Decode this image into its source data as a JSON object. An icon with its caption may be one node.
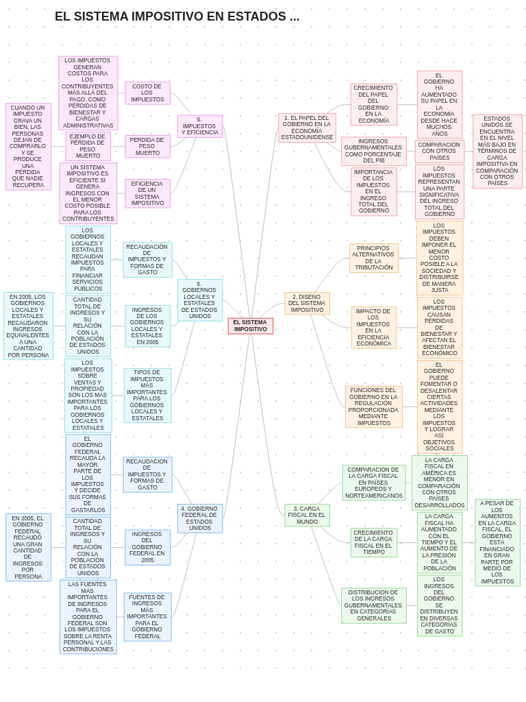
{
  "diagram": {
    "title": "EL SISTEMA IMPOSITIVO EN ESTADOS ...",
    "nodes": [
      {
        "text": [
          "EL SISTEMA IMPOSITIVO"
        ]
      },
      {
        "text": [
          "1. EL PAPEL DEL GOBIERNO EN LA ECONOMÍA ESTADOUNIDENSE"
        ]
      },
      {
        "text": [
          "CRECIMIENTO DEL PAPEL DEL GOBIERNO EN LA ECONOMÍA"
        ]
      },
      {
        "text": [
          "EL GOBIERNO HA AUMENTADO SU PAPEL EN LA ECONOMÍA DESDE HACE MUCHOS AÑOS"
        ]
      },
      {
        "text": [
          "INGRESOS GUBERNAMENTALES COMO PORCENTAJE DEL PIB"
        ]
      },
      {
        "text": [
          "COMPARACIÓN CON OTROS PAÍSES"
        ]
      },
      {
        "text": [
          "ESTADOS UNIDOS SE ENCUENTRA EN EL NIVEL MÁS BAJO EN TÉRMINOS DE CARGA IMPOSITIVA EN COMPARACIÓN CON OTROS PAÍSES"
        ]
      },
      {
        "text": [
          "IMPORTANCIA DE LOS IMPUESTOS EN EL INGRESO TOTAL DEL GOBIERNO"
        ]
      },
      {
        "text": [
          "LOS IMPUESTOS REPRESENTAN UNA PARTE SIGNIFICATIVA DEL INGRESO TOTAL DEL GOBIERNO"
        ]
      },
      {
        "text": [
          "2. DISEÑO DEL SISTEMA IMPOSITIVO"
        ]
      },
      {
        "text": [
          "PRINCIPIOS ALTERNATIVOS DE LA TRIBUTACIÓN"
        ]
      },
      {
        "text": [
          "LOS IMPUESTOS DEBEN IMPONER EL MENOR COSTO POSIBLE A LA SOCIEDAD Y DISTRIBUIRSE DE MANERA JUSTA"
        ]
      },
      {
        "text": [
          "IMPACTO DE LOS IMPUESTOS EN LA EFICIENCIA ECONÓMICA"
        ]
      },
      {
        "text": [
          "LOS IMPUESTOS CAUSAN PÉRDIDAS DE BIENESTAR Y AFECTAN EL BIENESTAR ECONÓMICO"
        ]
      },
      {
        "text": [
          "FUNCIONES DEL GOBIERNO EN LA REGULACIÓN PROPORCIONADA MEDIANTE IMPUESTOS"
        ]
      },
      {
        "text": [
          "EL GOBIERNO PUEDE FOMENTAR O DESALENTAR CIERTAS ACTIVIDADES MEDIANTE LOS IMPUESTOS Y LOGRAR ASÍ OBJETIVOS SOCIALES"
        ]
      },
      {
        "text": [
          "3. CARGA FISCAL EN EL MUNDO"
        ]
      },
      {
        "text": [
          "COMPARACIÓN DE LA CARGA FISCAL EN PAÍSES EUROPEOS Y NORTEAMERICANOS"
        ]
      },
      {
        "text": [
          "LA CARGA FISCAL EN AMÉRICA ES MENOR EN COMPARACIÓN CON OTROS PAÍSES DESARROLLADOS"
        ]
      },
      {
        "text": [
          "CRECIMIENTO DE LA CARGA FISCAL EN EL TIEMPO"
        ]
      },
      {
        "text": [
          "LA CARGA FISCAL HA AUMENTADO CON EL TIEMPO Y EL AUMENTO DE LA PRESIÓN DE LA POBLACIÓN"
        ]
      },
      {
        "text": [
          "A PESAR DE LOS AUMENTOS EN LA CARGA FISCAL, EL GOBIERNO ESTÁ FINANCIADO EN GRAN PARTE POR MEDIO DE LOS IMPUESTOS"
        ]
      },
      {
        "text": [
          "DISTRIBUCIÓN DE LOS INGRESOS GUBERNAMENTALES EN CATEGORÍAS GENERALES"
        ]
      },
      {
        "text": [
          "LOS INGRESOS DEL GOBIERNO SE DISTRIBUYEN EN DIVERSAS CATEGORÍAS DE GASTO"
        ]
      },
      {
        "text": [
          "4. GOBIERNO FEDERAL DE ESTADOS UNIDOS"
        ]
      },
      {
        "text": [
          "RECAUDACIÓN DE IMPUESTOS Y FORMAS DE GASTO"
        ]
      },
      {
        "text": [
          "EL GOBIERNO FEDERAL RECAUDA LA MAYOR PARTE DE LOS IMPUESTOS Y DECIDE SUS FORMAS DE GASTARLOS"
        ]
      },
      {
        "text": [
          "INGRESOS DEL GOBIERNO FEDERAL EN 2005"
        ]
      },
      {
        "text": [
          "CANTIDAD TOTAL DE INGRESOS Y SU RELACIÓN CON LA POBLACIÓN DE ESTADOS UNIDOS"
        ]
      },
      {
        "text": [
          "EN 2005, EL GOBIERNO FEDERAL RECAUDÓ UNA GRAN CANTIDAD DE INGRESOS POR PERSONA"
        ]
      },
      {
        "text": [
          "FUENTES DE INGRESOS MÁS IMPORTANTES PARA EL GOBIERNO FEDERAL"
        ]
      },
      {
        "text": [
          "LAS FUENTES MÁS IMPORTANTES DE INGRESOS PARA EL GOBIERNO FEDERAL SON LOS IMPUESTOS SOBRE LA RENTA PERSONAL Y LAS CONTRIBUCIONES"
        ]
      },
      {
        "text": [
          "5. GOBIERNOS LOCALES Y ESTATALES DE ESTADOS UNIDOS"
        ]
      },
      {
        "text": [
          "RECAUDACIÓN DE IMPUESTOS Y FORMAS DE GASTO"
        ]
      },
      {
        "text": [
          "LOS GOBIERNOS LOCALES Y ESTATALES RECAUDAN IMPUESTOS PARA FINANCIAR SERVICIOS PÚBLICOS"
        ]
      },
      {
        "text": [
          "INGRESOS DE LOS GOBIERNOS LOCALES Y ESTATALES EN 2005"
        ]
      },
      {
        "text": [
          "CANTIDAD TOTAL DE INGRESOS Y SU RELACIÓN CON LA POBLACIÓN DE ESTADOS UNIDOS"
        ]
      },
      {
        "text": [
          "EN 2005, LOS GOBIERNOS LOCALES Y ESTATALES RECAUDARON INGRESOS EQUIVALENTES A UNA CANTIDAD POR PERSONA"
        ]
      },
      {
        "text": [
          "TIPOS DE IMPUESTOS MÁS IMPORTANTES PARA LOS GOBIERNOS LOCALES Y ESTATALES"
        ]
      },
      {
        "text": [
          "LOS IMPUESTOS SOBRE VENTAS Y PROPIEDAD SON LOS MÁS IMPORTANTES PARA LOS GOBIERNOS LOCALES Y ESTATALES"
        ]
      },
      {
        "text": [
          "6. IMPUESTOS Y EFICIENCIA"
        ]
      },
      {
        "text": [
          "COSTO DE LOS IMPUESTOS"
        ]
      },
      {
        "text": [
          "LOS IMPUESTOS GENERAN COSTOS PARA LOS CONTRIBUYENTES MÁS ALLÁ DEL PAGO, COMO PÉRDIDAS DE BIENESTAR Y CARGAS ADMINISTRATIVAS"
        ]
      },
      {
        "text": [
          "PÉRDIDA DE PESO MUERTO"
        ]
      },
      {
        "text": [
          "EJEMPLO DE PÉRDIDA DE PESO MUERTO"
        ]
      },
      {
        "text": [
          "CUANDO UN IMPUESTO GRAVA UN BIEN, LAS PERSONAS DEJAN DE COMPRARLO Y SE PRODUCE UNA PÉRDIDA QUE NADIE RECUPERA"
        ]
      },
      {
        "text": [
          "EFICIENCIA DE UN SISTEMA IMPOSITIVO"
        ]
      },
      {
        "text": [
          "UN SISTEMA IMPOSITIVO ES EFICIENTE SI GENERA INGRESOS CON EL MENOR COSTO POSIBLE PARA LOS CONTRIBUYENTES"
        ]
      }
    ],
    "edges": [
      {
        "from": 0,
        "to": 1,
        "arrow": "none"
      },
      {
        "from": 1,
        "to": 2,
        "arrow": "none"
      },
      {
        "from": 2,
        "to": 3,
        "arrow": "none"
      },
      {
        "from": 1,
        "to": 4,
        "arrow": "none"
      },
      {
        "from": 4,
        "to": 5,
        "arrow": "none"
      },
      {
        "from": 5,
        "to": 6,
        "arrow": "none"
      },
      {
        "from": 1,
        "to": 7,
        "arrow": "none"
      },
      {
        "from": 7,
        "to": 8,
        "arrow": "none"
      },
      {
        "from": 0,
        "to": 9,
        "arrow": "none"
      },
      {
        "from": 9,
        "to": 10,
        "arrow": "none"
      },
      {
        "from": 10,
        "to": 11,
        "arrow": "none"
      },
      {
        "from": 9,
        "to": 12,
        "arrow": "none"
      },
      {
        "from": 12,
        "to": 13,
        "arrow": "none"
      },
      {
        "from": 9,
        "to": 14,
        "arrow": "none"
      },
      {
        "from": 14,
        "to": 15,
        "arrow": "none"
      },
      {
        "from": 0,
        "to": 16,
        "arrow": "none"
      },
      {
        "from": 16,
        "to": 17,
        "arrow": "none"
      },
      {
        "from": 17,
        "to": 18,
        "arrow": "none"
      },
      {
        "from": 16,
        "to": 19,
        "arrow": "none"
      },
      {
        "from": 19,
        "to": 20,
        "arrow": "none"
      },
      {
        "from": 20,
        "to": 21,
        "arrow": "none"
      },
      {
        "from": 16,
        "to": 22,
        "arrow": "none"
      },
      {
        "from": 22,
        "to": 23,
        "arrow": "none"
      },
      {
        "from": 40,
        "to": 0,
        "arrow": "none"
      },
      {
        "from": 41,
        "to": 40,
        "arrow": "none"
      },
      {
        "from": 42,
        "to": 41,
        "arrow": "none"
      },
      {
        "from": 43,
        "to": 40,
        "arrow": "none"
      },
      {
        "from": 44,
        "to": 43,
        "arrow": "none"
      },
      {
        "from": 45,
        "to": 44,
        "arrow": "none"
      },
      {
        "from": 46,
        "to": 40,
        "arrow": "none"
      },
      {
        "from": 47,
        "to": 46,
        "arrow": "none"
      },
      {
        "from": 32,
        "to": 0,
        "arrow": "none"
      },
      {
        "from": 33,
        "to": 32,
        "arrow": "none"
      },
      {
        "from": 34,
        "to": 33,
        "arrow": "none"
      },
      {
        "from": 35,
        "to": 32,
        "arrow": "none"
      },
      {
        "from": 36,
        "to": 35,
        "arrow": "none"
      },
      {
        "from": 37,
        "to": 36,
        "arrow": "none"
      },
      {
        "from": 38,
        "to": 32,
        "arrow": "none"
      },
      {
        "from": 39,
        "to": 38,
        "arrow": "none"
      },
      {
        "from": 24,
        "to": 0,
        "arrow": "none"
      },
      {
        "from": 25,
        "to": 24,
        "arrow": "none"
      },
      {
        "from": 26,
        "to": 25,
        "arrow": "none"
      },
      {
        "from": 27,
        "to": 24,
        "arrow": "none"
      },
      {
        "from": 28,
        "to": 27,
        "arrow": "none"
      },
      {
        "from": 29,
        "to": 28,
        "arrow": "none"
      },
      {
        "from": 30,
        "to": 24,
        "arrow": "none"
      },
      {
        "from": 31,
        "to": 30,
        "arrow": "none"
      }
    ]
  }
}
